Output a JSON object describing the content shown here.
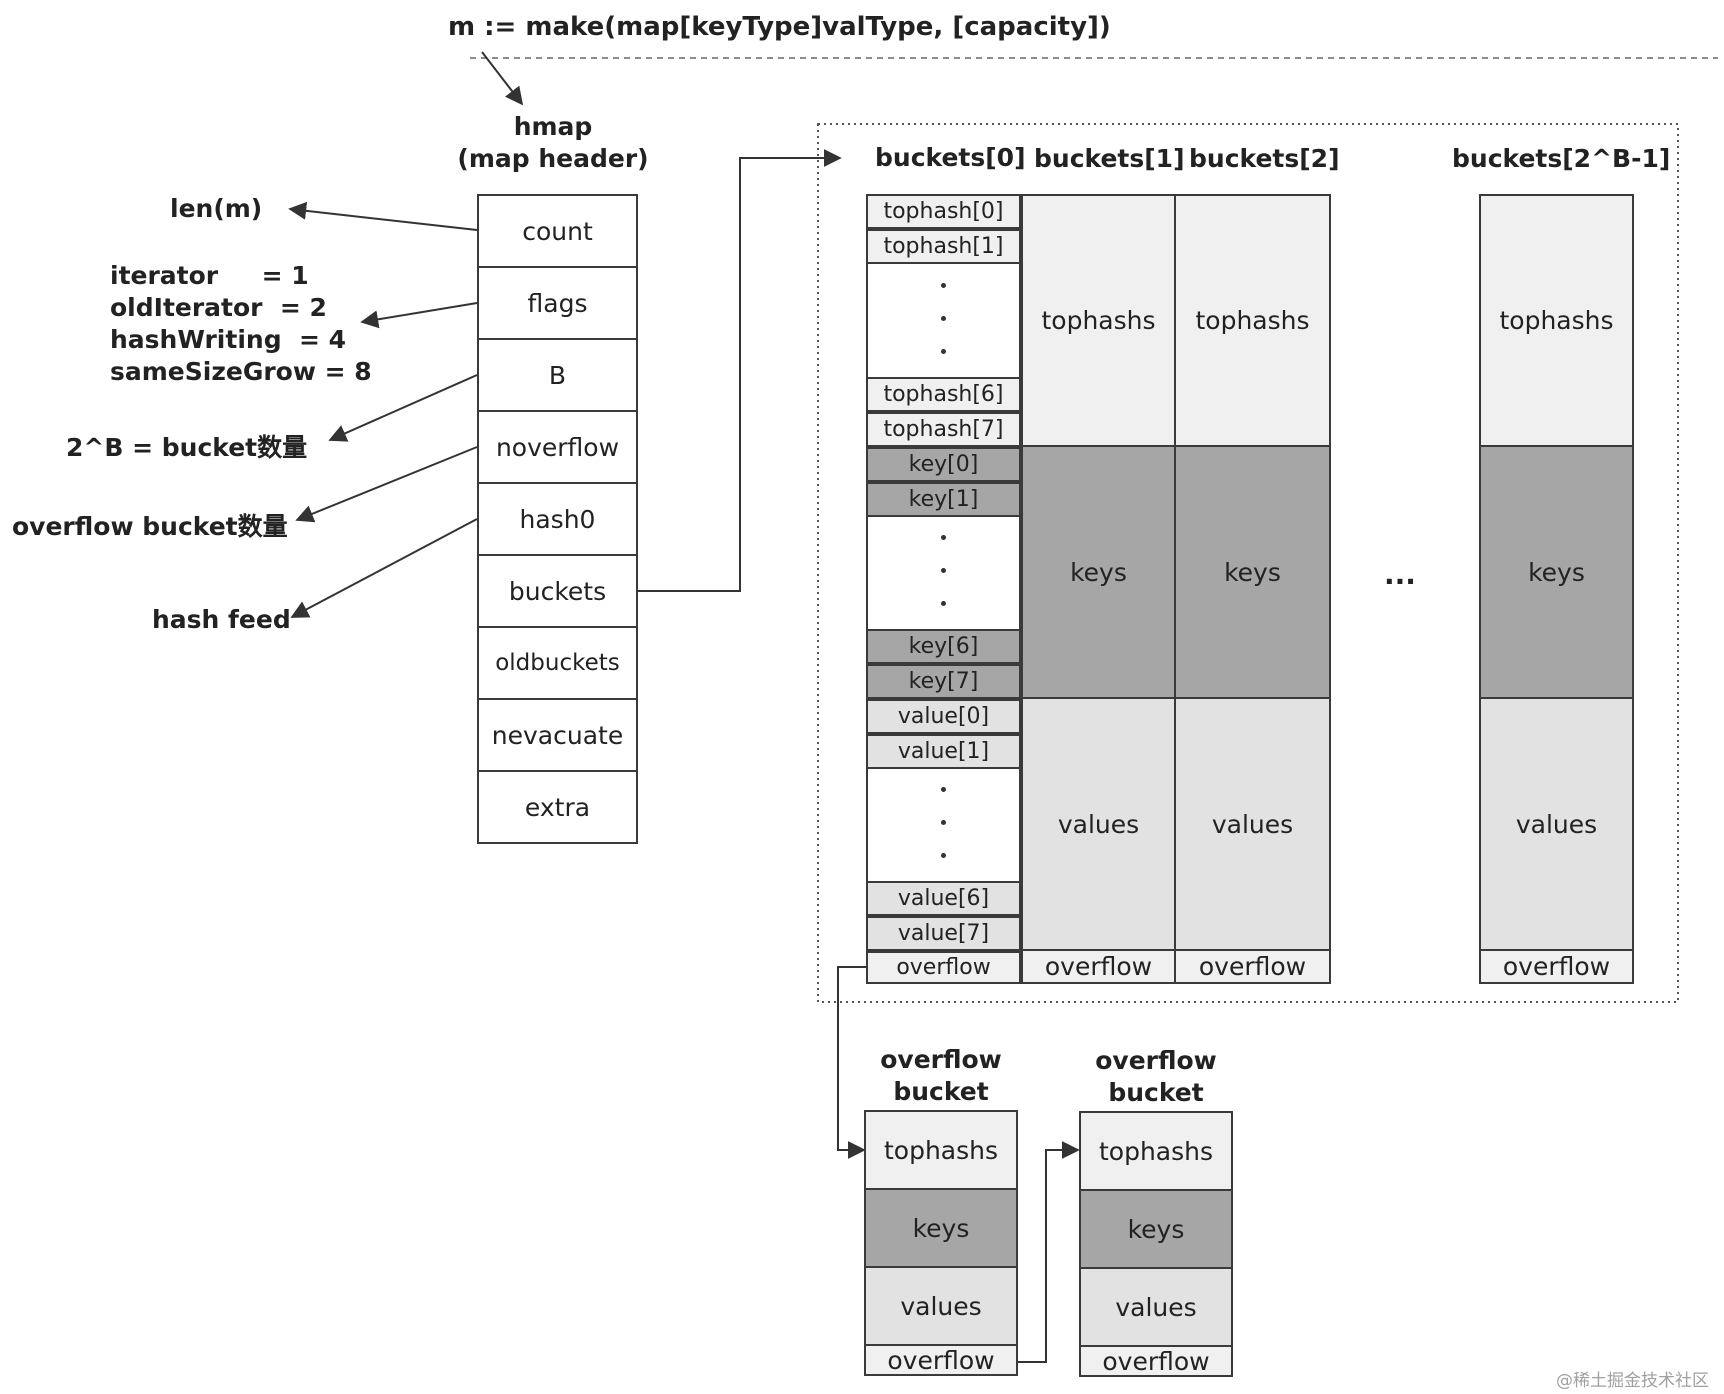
{
  "make_expr": "m := make(map[keyType]valType, [capacity])",
  "hmap": {
    "title": "hmap",
    "subtitle": "(map header)",
    "fields": [
      "count",
      "flags",
      "B",
      "noverflow",
      "hash0",
      "buckets",
      "oldbuckets",
      "nevacuate",
      "extra"
    ]
  },
  "annotations": {
    "len": "len(m)",
    "flags": [
      "iterator     = 1",
      "oldIterator  = 2",
      "hashWriting  = 4",
      "sameSizeGrow = 8"
    ],
    "b_count": "2^B = bucket数量",
    "overflow_count": "overflow bucket数量",
    "hash_feed": "hash feed"
  },
  "buckets": {
    "headers": [
      "buckets[0]",
      "buckets[1]",
      "buckets[2]",
      "buckets[2^B-1]"
    ],
    "ellipsis": "...",
    "b0": {
      "tophash_top": [
        "tophash[0]",
        "tophash[1]"
      ],
      "tophash_bottom": [
        "tophash[6]",
        "tophash[7]"
      ],
      "key_top": [
        "key[0]",
        "key[1]"
      ],
      "key_bottom": [
        "key[6]",
        "key[7]"
      ],
      "value_top": [
        "value[0]",
        "value[1]"
      ],
      "value_bottom": [
        "value[6]",
        "value[7]"
      ],
      "overflow": "overflow"
    },
    "segments": {
      "tophashs": "tophashs",
      "keys": "keys",
      "values": "values",
      "overflow": "overflow"
    }
  },
  "overflow_buckets": [
    {
      "title_line1": "overflow",
      "title_line2": "bucket",
      "tophashs": "tophashs",
      "keys": "keys",
      "values": "values",
      "overflow": "overflow"
    },
    {
      "title_line1": "overflow",
      "title_line2": "bucket",
      "tophashs": "tophashs",
      "keys": "keys",
      "values": "values",
      "overflow": "overflow"
    }
  ],
  "watermark": "@稀土掘金技术社区",
  "colors": {
    "light": "#f0f0f0",
    "mid": "#e2e2e2",
    "dark": "#a6a6a6",
    "line": "#3a3a3a"
  }
}
